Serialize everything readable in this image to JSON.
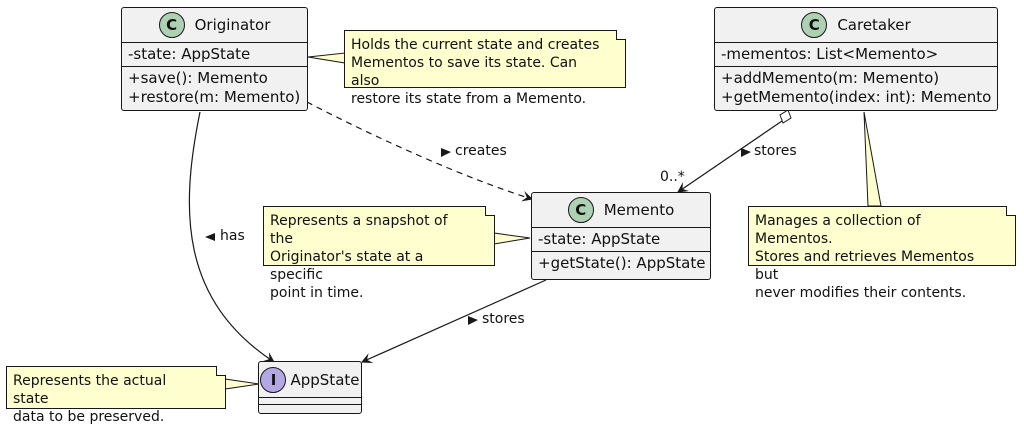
{
  "classes": {
    "originator": {
      "kind": "C",
      "name": "Originator",
      "fields": [
        "-state: AppState"
      ],
      "methods": [
        "+save(): Memento",
        "+restore(m: Memento)"
      ]
    },
    "caretaker": {
      "kind": "C",
      "name": "Caretaker",
      "fields": [
        "-mementos: List<Memento>"
      ],
      "methods": [
        "+addMemento(m: Memento)",
        "+getMemento(index: int): Memento"
      ]
    },
    "memento": {
      "kind": "C",
      "name": "Memento",
      "fields": [
        "-state: AppState"
      ],
      "methods": [
        "+getState(): AppState"
      ]
    },
    "appstate": {
      "kind": "I",
      "name": "AppState"
    }
  },
  "notes": {
    "originator": [
      "Holds the current state and creates",
      "Mementos to save its state. Can also",
      "restore its state from a Memento."
    ],
    "memento": [
      "Represents a snapshot of the",
      "Originator's state at a specific",
      "point in time."
    ],
    "caretaker": [
      "Manages a collection of Mementos.",
      "Stores and retrieves Mementos but",
      "never modifies their contents."
    ],
    "appstate": [
      "Represents the actual state",
      "data to be preserved."
    ]
  },
  "relations": {
    "creates": "creates",
    "stores_caretaker": "stores",
    "stores_memento": "stores",
    "has": "has",
    "multiplicity": "0..*"
  },
  "colors": {
    "class_fill": "#f1f1f1",
    "note_fill": "#fefece",
    "class_badge": "#add1b2",
    "interface_badge": "#b4a7e5",
    "line": "#181818"
  }
}
